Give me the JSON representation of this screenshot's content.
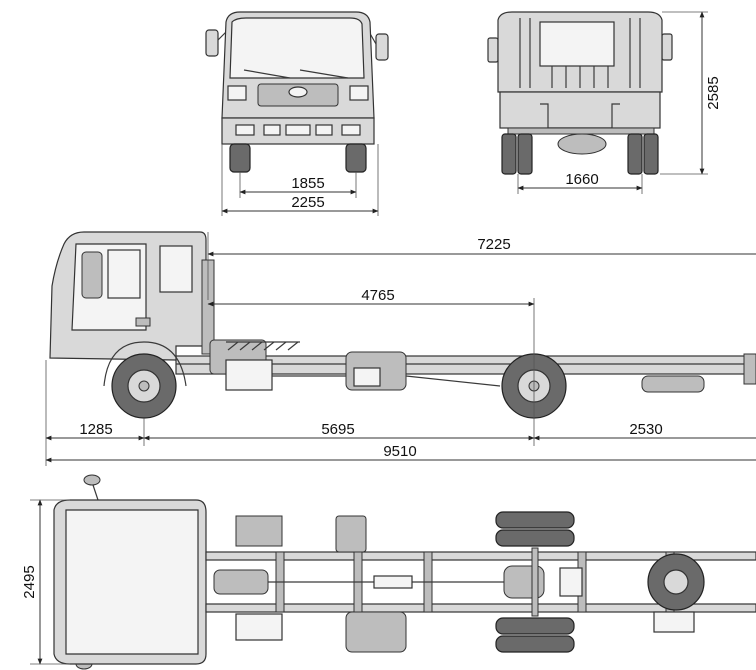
{
  "dimensions": {
    "front_track": "1855",
    "overall_width": "2255",
    "rear_track": "1660",
    "overall_height": "2585",
    "cab_back_to_end": "7225",
    "cab_back_to_rear_axle": "4765",
    "front_overhang": "1285",
    "wheelbase": "5695",
    "rear_overhang": "2530",
    "overall_length": "9510",
    "top_view_width": "2495"
  },
  "colors": {
    "line": "#333333",
    "body_fill": "#d9d9d9",
    "tire": "#6a6a6a"
  }
}
